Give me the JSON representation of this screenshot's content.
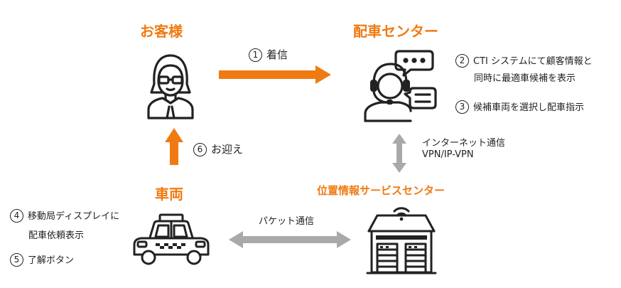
{
  "colors": {
    "orange": "#F07A12",
    "gray": "#A9A9A9",
    "icon": "#222222"
  },
  "nodes": {
    "customer": {
      "title": "お客様",
      "icon": "woman-with-glasses-icon"
    },
    "center": {
      "title": "配車センター",
      "icon": "operator-headset-chat-icon"
    },
    "vehicle": {
      "title": "車両",
      "icon": "taxi-icon"
    },
    "location_center": {
      "title": "位置情報サービスセンター",
      "icon": "data-center-building-icon"
    }
  },
  "steps": {
    "s1": {
      "num": "1",
      "text": "着信"
    },
    "s2": {
      "num": "2",
      "text": "CTI システムにて顧客情報と",
      "text2": "同時に最適車候補を表示"
    },
    "s3": {
      "num": "3",
      "text": "候補車両を選択し配車指示"
    },
    "s4": {
      "num": "4",
      "text": "移動局ディスプレイに",
      "text2": "配車依頼表示"
    },
    "s5": {
      "num": "5",
      "text": "了解ボタン"
    },
    "s6": {
      "num": "6",
      "text": "お迎え"
    }
  },
  "links": {
    "internet": {
      "line1": "インターネット通信",
      "line2": "VPN/IP-VPN"
    },
    "packet": {
      "text": "パケット通信"
    }
  }
}
